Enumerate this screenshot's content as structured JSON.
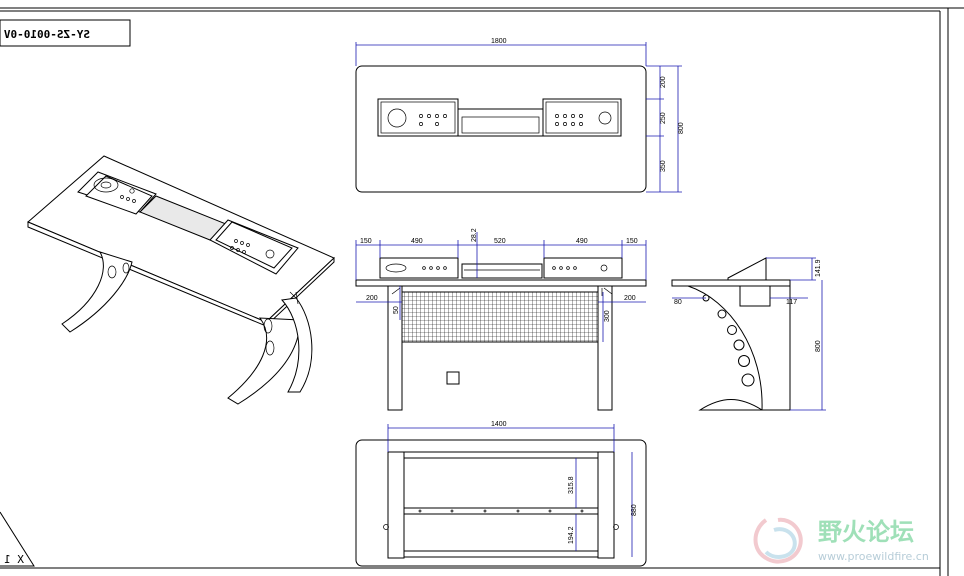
{
  "title_block": {
    "drawing_code": "SY-ZS-0010-0V"
  },
  "top_view": {
    "width": "1800",
    "depth": "800",
    "d_front": "200",
    "d_panel": "250",
    "d_back": "350"
  },
  "front_view": {
    "s1": "150",
    "s2": "490",
    "s3": "520",
    "s4": "490",
    "s5": "150",
    "h_top": "28.2",
    "d_left": "200",
    "d_right": "200",
    "d_50": "50",
    "d_300": "300"
  },
  "side_view": {
    "h141": "141.9",
    "d80": "80",
    "d117": "117",
    "h800": "800"
  },
  "bottom_view": {
    "width": "1400",
    "depth": "880",
    "d_upper": "315.8",
    "d_lower": "194.2"
  },
  "corner_triangle": {
    "label": "X 1"
  },
  "watermark": {
    "name": "野火论坛",
    "url": "www.proewildfire.cn"
  }
}
